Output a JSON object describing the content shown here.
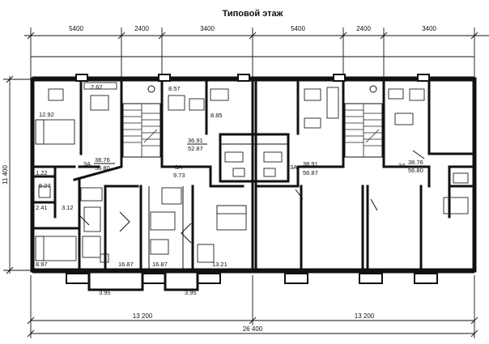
{
  "title": "Типовой этаж",
  "dimensions": {
    "top": [
      "5400",
      "2400",
      "3400",
      "5400",
      "2400",
      "3400"
    ],
    "bottom_halves": [
      "13 200",
      "13 200"
    ],
    "bottom_total": "26 400",
    "depth": "11 400"
  },
  "rooms": {
    "r_1292": "12.92",
    "r_262": "2.62",
    "r_857": "8.57",
    "r_885": "8.85",
    "r_122": "1.22",
    "r_527": "5.27",
    "r_241": "2.41",
    "r_312": "3.12",
    "r_897": "8.97",
    "r_1687a": "16.87",
    "r_1687b": "16.87",
    "r_1321": "13.21",
    "r_973": "9.73",
    "r_395a": "3.95",
    "r_395b": "3.95"
  },
  "apartments": [
    {
      "type": "3А",
      "living": "38.76",
      "total": "56.80"
    },
    {
      "type": "3А",
      "living": "36.91",
      "total": "52.87"
    },
    {
      "type": "3А",
      "living": "38.91",
      "total": "56.87"
    },
    {
      "type": "3А",
      "living": "38.76",
      "total": "56.80"
    }
  ]
}
